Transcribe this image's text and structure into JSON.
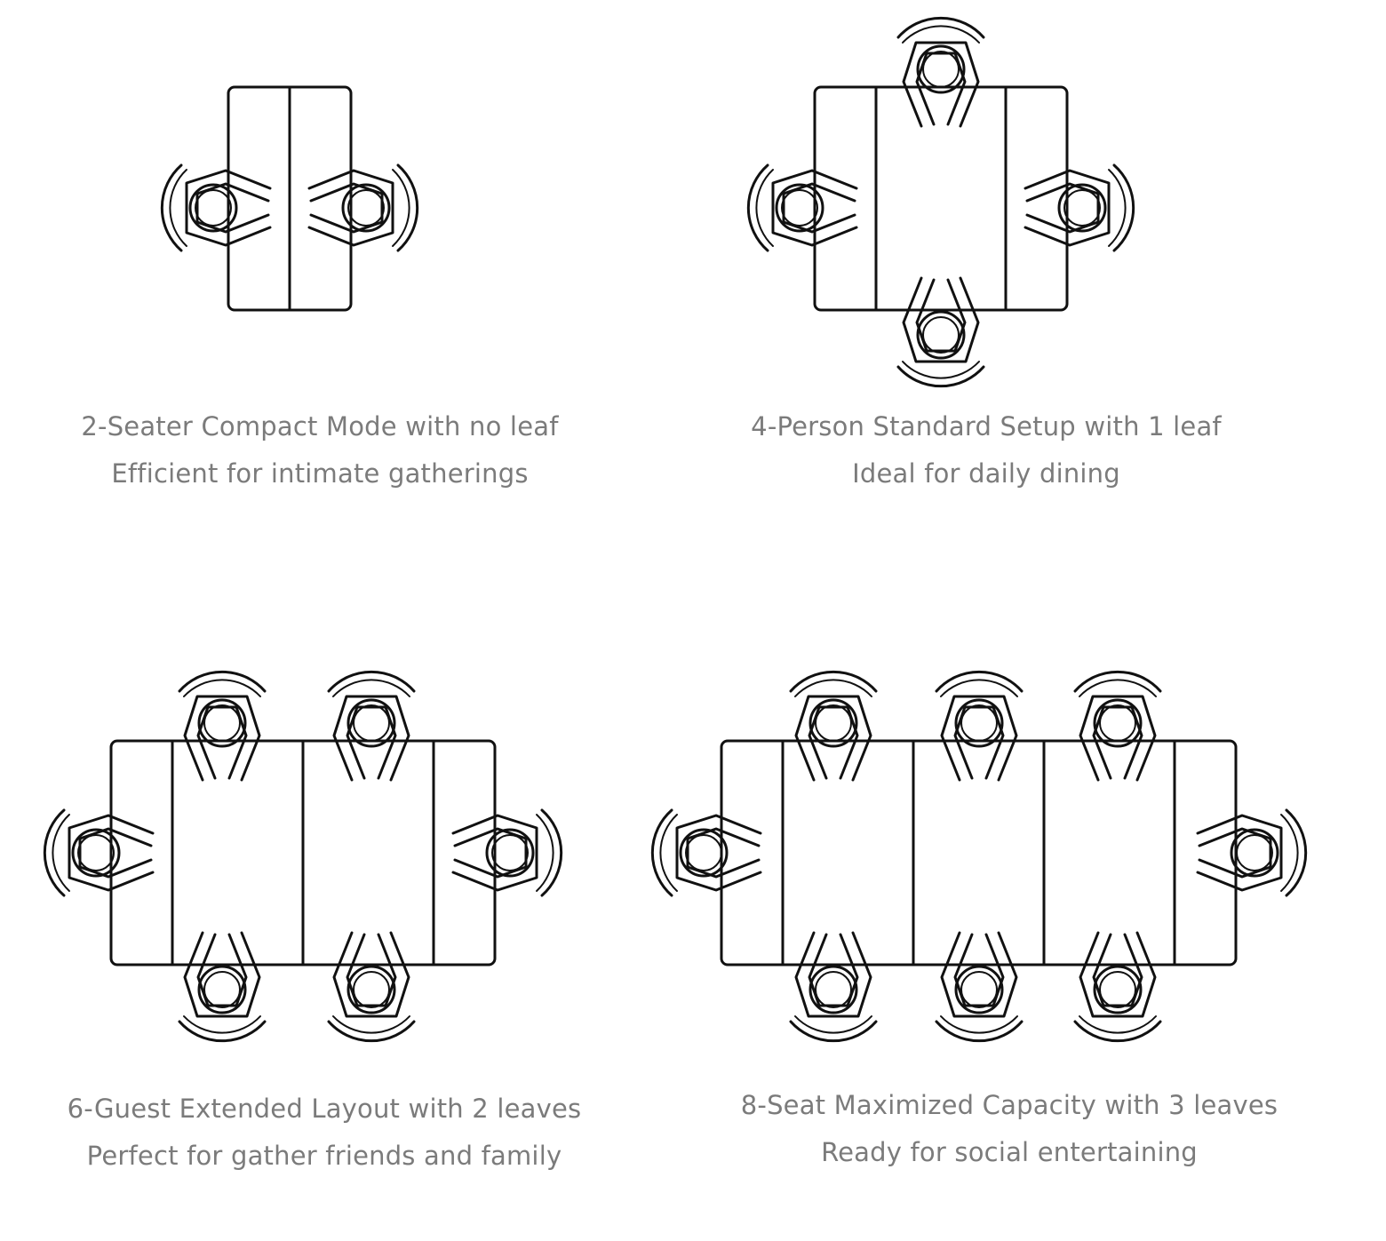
{
  "configurations": [
    {
      "id": "two-seater",
      "title": "2-Seater Compact Mode with no leaf",
      "subtitle": "Efficient for intimate gatherings",
      "seats": 2,
      "leaves": 0
    },
    {
      "id": "four-person",
      "title": "4-Person Standard Setup with 1 leaf",
      "subtitle": "Ideal for daily dining",
      "seats": 4,
      "leaves": 1
    },
    {
      "id": "six-guest",
      "title": "6-Guest Extended Layout with 2 leaves",
      "subtitle": "Perfect for gather friends and family",
      "seats": 6,
      "leaves": 2
    },
    {
      "id": "eight-seat",
      "title": "8-Seat Maximized Capacity with 3 leaves",
      "subtitle": "Ready for social entertaining",
      "seats": 8,
      "leaves": 3
    }
  ],
  "colors": {
    "line": "#111111",
    "caption": "#7b7b7b",
    "background": "#ffffff"
  },
  "icons": {
    "chair": "chair-icon",
    "table": "table-icon"
  }
}
